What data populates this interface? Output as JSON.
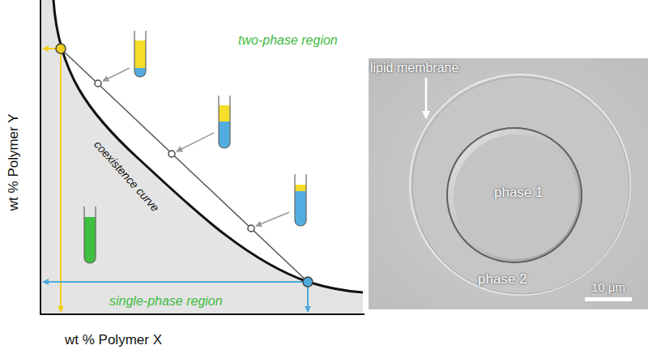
{
  "diagram": {
    "nodes": [
      {
        "text": [
          "phase 2"
        ]
      },
      {
        "text": [
          "phase 1"
        ],
        "in": 0
      }
    ],
    "labels": [
      "two-phase region",
      "coexistence curve",
      "single-phase region",
      "wt % Polymer Y",
      "wt % Polymer X",
      "lipid membrane",
      "10 μm"
    ]
  }
}
